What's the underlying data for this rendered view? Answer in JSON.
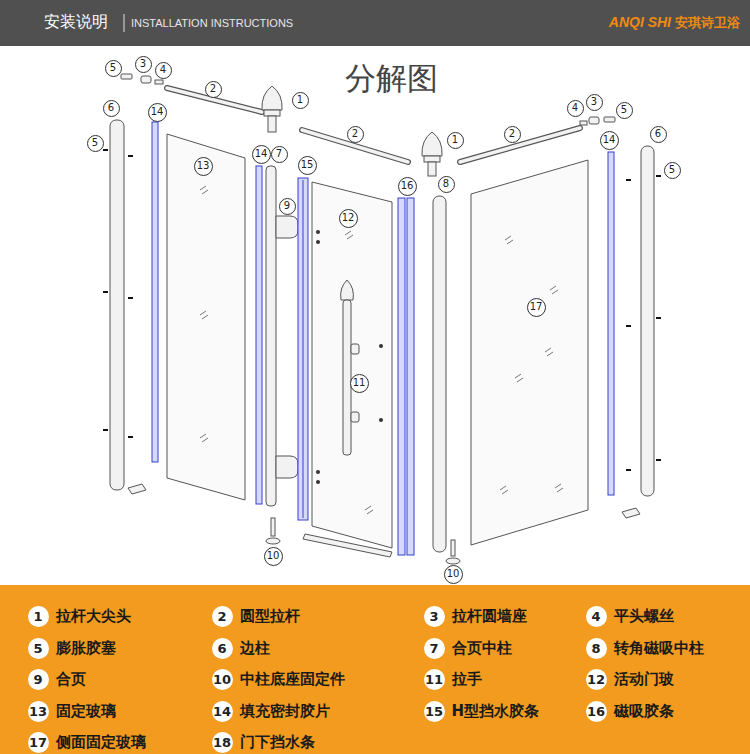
{
  "diagram": {
    "title": "分解图",
    "nodes": [
      {
        "text": [
          "5"
        ]
      },
      {
        "text": [
          "3"
        ]
      },
      {
        "text": [
          "4"
        ]
      },
      {
        "text": [
          "2"
        ]
      },
      {
        "text": [
          "1"
        ]
      },
      {
        "text": [
          "6"
        ]
      },
      {
        "text": [
          "5"
        ]
      },
      {
        "text": [
          "14"
        ]
      },
      {
        "text": [
          "13"
        ]
      },
      {
        "text": [
          "14"
        ]
      },
      {
        "text": [
          "7"
        ]
      },
      {
        "text": [
          "15"
        ]
      },
      {
        "text": [
          "9"
        ]
      },
      {
        "text": [
          "12"
        ]
      },
      {
        "text": [
          "2"
        ]
      },
      {
        "text": [
          "1"
        ]
      },
      {
        "text": [
          "16"
        ]
      },
      {
        "text": [
          "8"
        ]
      },
      {
        "text": [
          "2"
        ]
      },
      {
        "text": [
          "4"
        ]
      },
      {
        "text": [
          "3"
        ]
      },
      {
        "text": [
          "5"
        ]
      },
      {
        "text": [
          "14"
        ]
      },
      {
        "text": [
          "6"
        ]
      },
      {
        "text": [
          "5"
        ]
      },
      {
        "text": [
          "17"
        ]
      },
      {
        "text": [
          "11"
        ]
      },
      {
        "text": [
          "10"
        ]
      },
      {
        "text": [
          "10"
        ]
      },
      {
        "text": [
          "1",
          "拉杆大尖头"
        ]
      },
      {
        "text": [
          "2",
          "圆型拉杆"
        ]
      },
      {
        "text": [
          "3",
          "拉杆圆墙座"
        ]
      },
      {
        "text": [
          "4",
          "平头螺丝"
        ]
      },
      {
        "text": [
          "5",
          "膨胀胶塞"
        ]
      },
      {
        "text": [
          "6",
          "边柱"
        ]
      },
      {
        "text": [
          "7",
          "合页中柱"
        ]
      },
      {
        "text": [
          "8",
          "转角磁吸中柱"
        ]
      },
      {
        "text": [
          "9",
          "合页"
        ]
      },
      {
        "text": [
          "10",
          "中柱底座固定件"
        ]
      },
      {
        "text": [
          "11",
          "拉手"
        ]
      },
      {
        "text": [
          "12",
          "活动门玻"
        ]
      },
      {
        "text": [
          "13",
          "固定玻璃"
        ]
      },
      {
        "text": [
          "14",
          "填充密封胶片"
        ]
      },
      {
        "text": [
          "15",
          "H型挡水胶条"
        ]
      },
      {
        "text": [
          "16",
          "磁吸胶条"
        ]
      },
      {
        "text": [
          "17",
          "侧面固定玻璃"
        ]
      },
      {
        "text": [
          "18",
          "门下挡水条"
        ]
      }
    ],
    "labels": [
      "安装说明",
      "INSTALLATION INSTRUCTIONS",
      "ANQI SHI",
      "安琪诗卫浴"
    ]
  }
}
